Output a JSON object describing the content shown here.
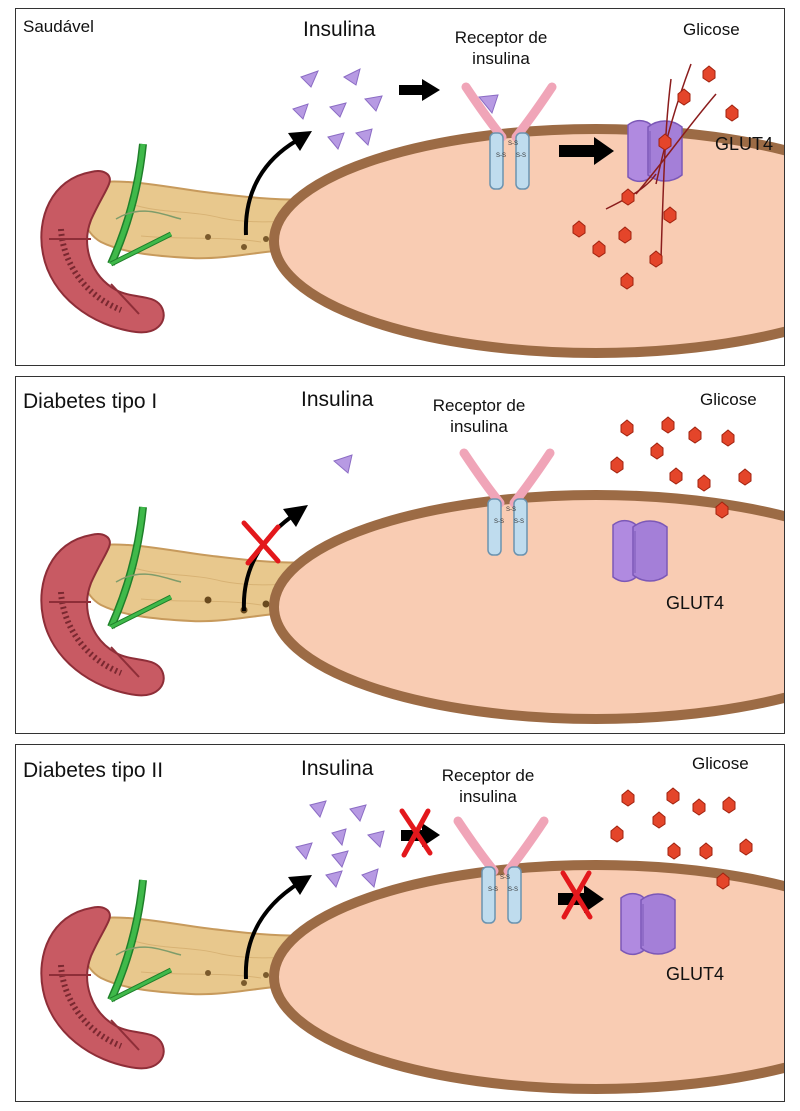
{
  "colors": {
    "insulin": "#b79ae3",
    "glucose": "#e4452a",
    "cell_fill": "#f9ccb3",
    "cell_border": "#9c6b45",
    "glut4": "#a47fd8",
    "cross": "#e3181c",
    "vessel_green": "#33a83a",
    "pancreas": "#e8c88d"
  },
  "panels": [
    {
      "title": "Saudável",
      "insulin_label": "Insulina",
      "receptor_label": [
        "Receptor de",
        "insulina"
      ],
      "glucose_label": "Glicose",
      "glut4_label": "GLUT4",
      "state": "healthy"
    },
    {
      "title": "Diabetes tipo I",
      "insulin_label": "Insulina",
      "receptor_label": [
        "Receptor de",
        "insulina"
      ],
      "glucose_label": "Glicose",
      "glut4_label": "GLUT4",
      "state": "type1"
    },
    {
      "title": "Diabetes tipo II",
      "insulin_label": "Insulina",
      "receptor_label": [
        "Receptor de",
        "insulina"
      ],
      "glucose_label": "Glicose",
      "glut4_label": "GLUT4",
      "state": "type2"
    }
  ]
}
